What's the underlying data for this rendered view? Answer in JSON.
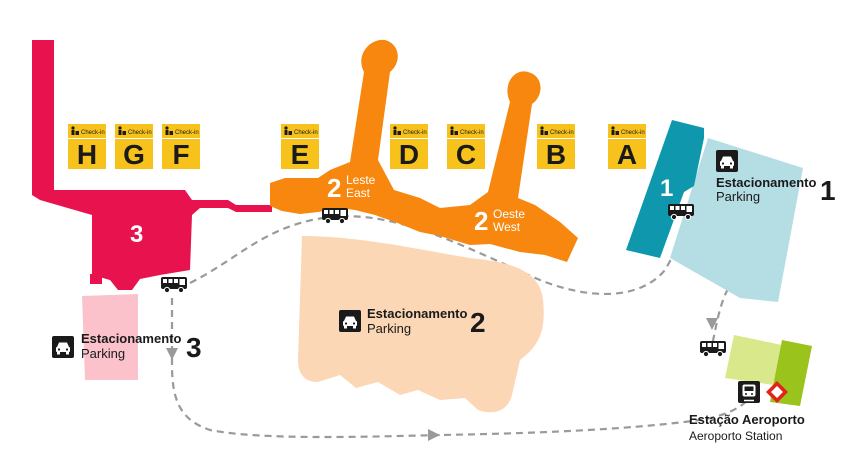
{
  "colors": {
    "terminal3": "#e8124f",
    "terminal2": "#f7870e",
    "terminal1": "#0e97ad",
    "parking1": "#b4dee4",
    "parking2": "#fbd7b5",
    "parking3": "#fbc2cc",
    "station_light": "#d8e88a",
    "station_green": "#9ac31c",
    "checkin_yellow": "#f8c21c",
    "route_gray": "#9a9a9a",
    "text_dark": "#1a1a1a"
  },
  "checkin": {
    "label": "Check-in",
    "icon": "people-luggage-icon",
    "counters": [
      "H",
      "G",
      "F",
      "E",
      "D",
      "C",
      "B",
      "A"
    ]
  },
  "terminals": {
    "t3": {
      "number": "3"
    },
    "t2_east": {
      "number": "2",
      "name_pt": "Leste",
      "name_en": "East"
    },
    "t2_west": {
      "number": "2",
      "name_pt": "Oeste",
      "name_en": "West"
    },
    "t1": {
      "number": "1"
    }
  },
  "parkings": {
    "p1": {
      "name_pt": "Estacionamento",
      "name_en": "Parking",
      "number": "1",
      "icon": "car-icon"
    },
    "p2": {
      "name_pt": "Estacionamento",
      "name_en": "Parking",
      "number": "2",
      "icon": "car-icon"
    },
    "p3": {
      "name_pt": "Estacionamento",
      "name_en": "Parking",
      "number": "3",
      "icon": "car-icon"
    }
  },
  "station": {
    "name_pt": "Estação Aeroporto",
    "name_en": "Aeroporto Station",
    "icons": [
      "train-icon",
      "metro-logo-icon"
    ]
  },
  "shuttle": {
    "icon": "bus-icon"
  }
}
